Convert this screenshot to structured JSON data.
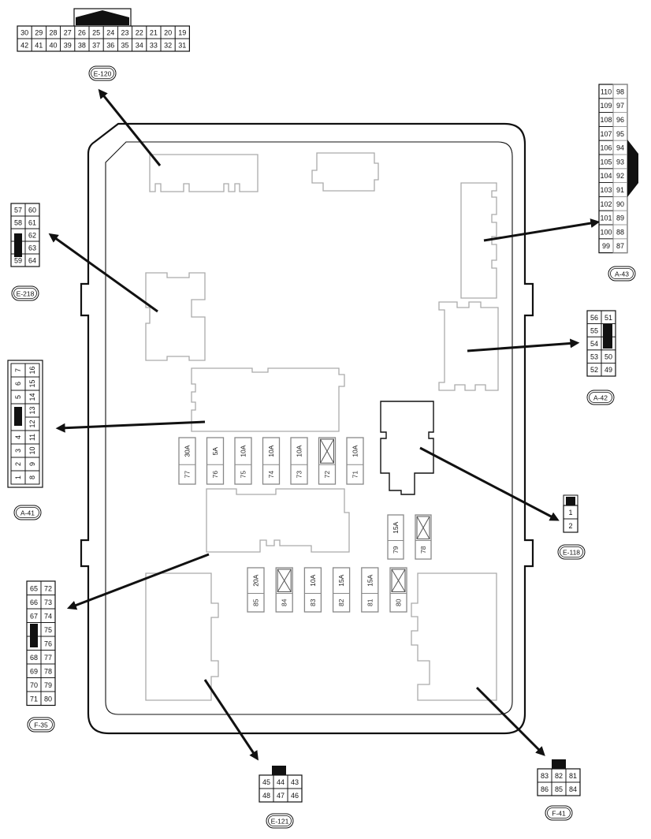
{
  "connectors": [
    {
      "id": "E-120",
      "label": "E-120",
      "rows": [
        [
          "30",
          "29",
          "28",
          "27",
          "26",
          "25",
          "24",
          "23",
          "22",
          "21",
          "20",
          "19"
        ],
        [
          "42",
          "41",
          "40",
          "39",
          "38",
          "37",
          "36",
          "35",
          "34",
          "33",
          "32",
          "31"
        ]
      ]
    },
    {
      "id": "E-218",
      "label": "E-218",
      "rows": [
        [
          "57",
          "60"
        ],
        [
          "58",
          "61"
        ],
        [
          "",
          "62"
        ],
        [
          "",
          "63"
        ],
        [
          "59",
          "64"
        ]
      ]
    },
    {
      "id": "A-41",
      "label": "A-41",
      "cols": [
        [
          "7",
          "6",
          "5",
          "4",
          "3",
          "2",
          "1"
        ],
        [
          "16",
          "15",
          "14",
          "13",
          "12",
          "11",
          "10",
          "9",
          "8"
        ]
      ]
    },
    {
      "id": "F-35",
      "label": "F-35",
      "rows": [
        [
          "65",
          "72"
        ],
        [
          "66",
          "73"
        ],
        [
          "67",
          "74"
        ],
        [
          "",
          "75"
        ],
        [
          "",
          "76"
        ],
        [
          "68",
          "77"
        ],
        [
          "69",
          "78"
        ],
        [
          "70",
          "79"
        ],
        [
          "71",
          "80"
        ]
      ]
    },
    {
      "id": "E-121",
      "label": "E-121",
      "rows": [
        [
          "45",
          "44",
          "43"
        ],
        [
          "48",
          "47",
          "46"
        ]
      ]
    },
    {
      "id": "F-41",
      "label": "F-41",
      "rows": [
        [
          "83",
          "82",
          "81"
        ],
        [
          "86",
          "85",
          "84"
        ]
      ]
    },
    {
      "id": "A-43",
      "label": "A-43",
      "rows": [
        [
          "110",
          "98"
        ],
        [
          "109",
          "97"
        ],
        [
          "108",
          "96"
        ],
        [
          "107",
          "95"
        ],
        [
          "106",
          "94"
        ],
        [
          "105",
          "93"
        ],
        [
          "104",
          "92"
        ],
        [
          "103",
          "91"
        ],
        [
          "102",
          "90"
        ],
        [
          "101",
          "89"
        ],
        [
          "100",
          "88"
        ],
        [
          "99",
          "87"
        ]
      ]
    },
    {
      "id": "A-42",
      "label": "A-42",
      "rows": [
        [
          "56",
          "51"
        ],
        [
          "55",
          ""
        ],
        [
          "54",
          ""
        ],
        [
          "53",
          "50"
        ],
        [
          "52",
          "49"
        ]
      ]
    },
    {
      "id": "E-118",
      "label": "E-118",
      "rows": [
        [
          "1"
        ],
        [
          "2"
        ]
      ]
    }
  ],
  "fuses_row1": [
    {
      "number": "77",
      "rating": "30A"
    },
    {
      "number": "76",
      "rating": "5A"
    },
    {
      "number": "75",
      "rating": "10A"
    },
    {
      "number": "74",
      "rating": "10A"
    },
    {
      "number": "73",
      "rating": "10A"
    },
    {
      "number": "72",
      "rating": ""
    },
    {
      "number": "71",
      "rating": "10A"
    }
  ],
  "fuses_mid": [
    {
      "number": "79",
      "rating": "15A"
    },
    {
      "number": "78",
      "rating": ""
    }
  ],
  "fuses_row2": [
    {
      "number": "85",
      "rating": "20A"
    },
    {
      "number": "84",
      "rating": ""
    },
    {
      "number": "83",
      "rating": "10A"
    },
    {
      "number": "82",
      "rating": "15A"
    },
    {
      "number": "81",
      "rating": "15A"
    },
    {
      "number": "80",
      "rating": ""
    }
  ]
}
